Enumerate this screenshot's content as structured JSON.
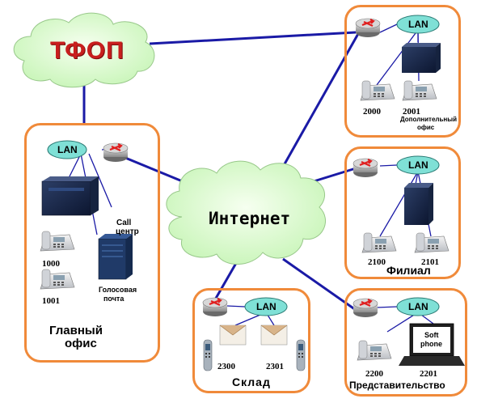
{
  "clouds": {
    "pstn": "ТФОП",
    "internet": "Интернет"
  },
  "lan_label": "LAN",
  "offices": {
    "main": {
      "title_line1": "Главный",
      "title_line2": "офис",
      "call_center_line1": "Call",
      "call_center_line2": "центр",
      "voicemail_line1": "Голосовая",
      "voicemail_line2": "почта",
      "phone_1": "1000",
      "phone_2": "1001"
    },
    "additional": {
      "title_line1": "Дополнительный",
      "title_line2": "офис",
      "phone_1": "2000",
      "phone_2": "2001"
    },
    "branch": {
      "title": "Филиал",
      "phone_1": "2100",
      "phone_2": "2101"
    },
    "warehouse": {
      "title": "Склад",
      "phone_1": "2300",
      "phone_2": "2301"
    },
    "representative": {
      "title": "Представительство",
      "phone_1": "2200",
      "phone_2": "2201",
      "softphone_line1": "Soft",
      "softphone_line2": "phone"
    }
  },
  "colors": {
    "office_border": "#f08a3a",
    "link": "#1a1aa6",
    "cloud_fill": "#ddffd0",
    "lan_fill": "#7fe0d6",
    "pstn_text": "#c81e1e"
  }
}
